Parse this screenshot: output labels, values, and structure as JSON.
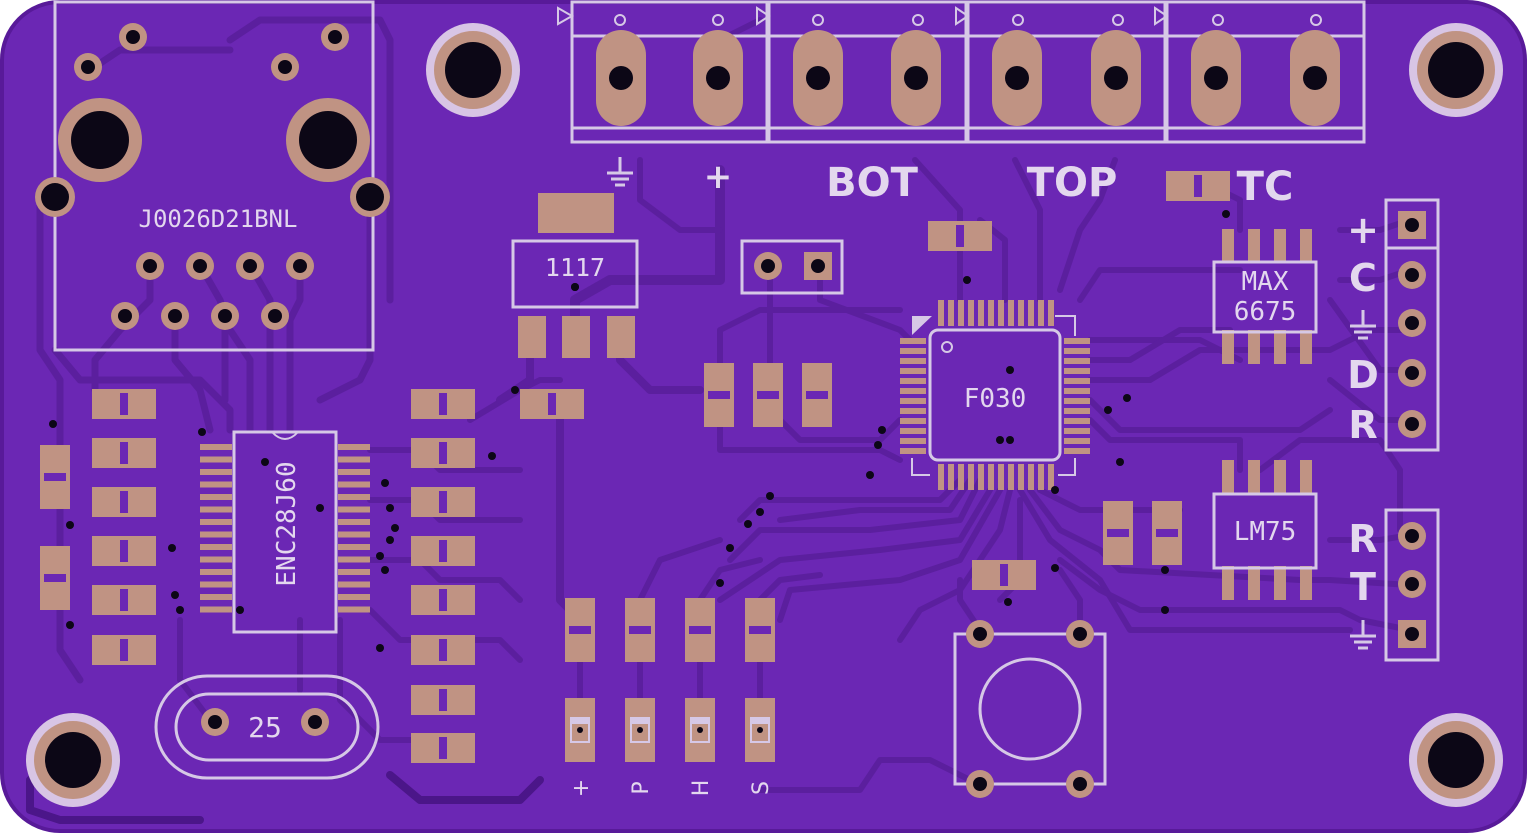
{
  "board": {
    "colors": {
      "substrate": "#6b27b4",
      "substrate_edge": "#581a99",
      "trace": "#5b1f9e",
      "copper_pad": "#c09383",
      "silkscreen": "#d6c8e6",
      "drill": "#0c0716"
    }
  },
  "connectors": {
    "ethernet_jack": {
      "label": "J0026D21BNL"
    },
    "terminal_labels": {
      "plus": "+",
      "bot": "BOT",
      "top": "TOP",
      "tc": "TC"
    },
    "header_top": {
      "labels": [
        "+",
        "C",
        "D",
        "R"
      ]
    },
    "header_bottom": {
      "labels": [
        "R",
        "T"
      ]
    }
  },
  "chips": {
    "regulator": "1117",
    "mcu": "F030",
    "thermocouple_ic": {
      "line1": "MAX",
      "line2": "6675"
    },
    "temp_sensor": "LM75",
    "ethernet_ic": "ENC28J60",
    "crystal": "25"
  },
  "led_labels": [
    "+",
    "P",
    "H",
    "S"
  ],
  "icons": [
    "ground-icon",
    "reset-button-icon",
    "mounting-hole-icon"
  ]
}
